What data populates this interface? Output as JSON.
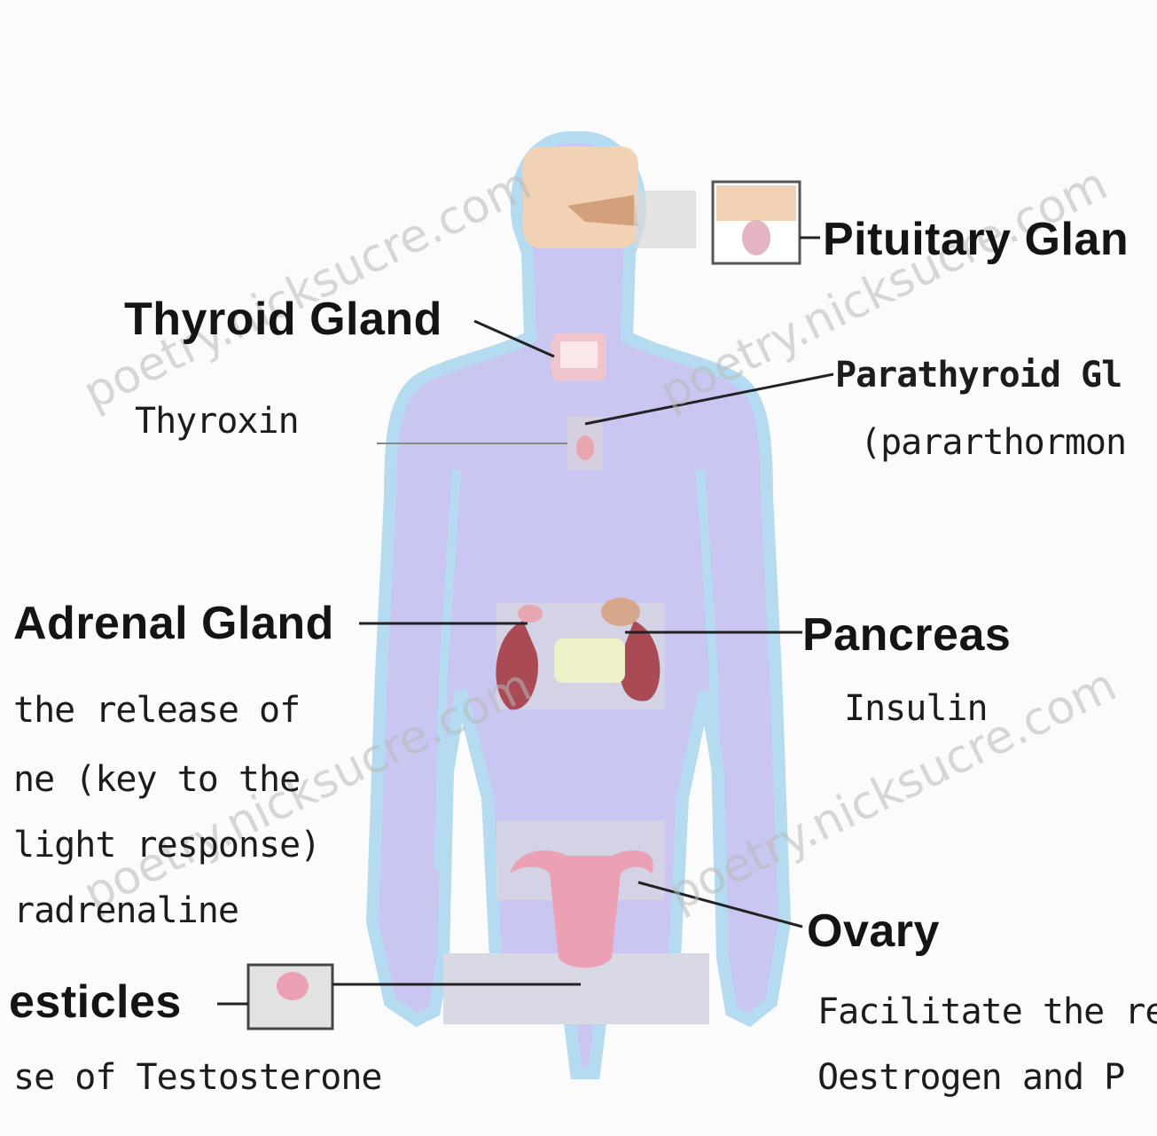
{
  "labels": {
    "pituitary": "Pituitary Glan",
    "thyroid": "Thyroid Gland",
    "thyroid_hormone": "Thyroxin",
    "parathyroid": "Parathyroid Gl",
    "parathyroid_hormone": "(pararthormon",
    "adrenal": "Adrenal Gland",
    "adrenal_desc_1": "the release of",
    "adrenal_desc_2": "ne (key to the",
    "adrenal_desc_3": "light response)",
    "adrenal_desc_4": "radrenaline",
    "pancreas": "Pancreas",
    "pancreas_hormone": "Insulin",
    "ovary": "Ovary",
    "ovary_desc_1": "Facilitate the re",
    "ovary_desc_2": "Oestrogen and P",
    "testicles": "esticles",
    "testicles_desc": "se of Testosterone"
  },
  "watermarks": {
    "wm1": "poetry.nicksucre.com",
    "wm2": "poetry.nicksucre.com",
    "wm3": "poetry.nicksucre.com",
    "wm4": "poetry.nicksucre.com"
  },
  "colors": {
    "body_fill": "#c9c7f2",
    "body_edge": "#b4dbf0",
    "brain": "#f1d2b4",
    "gland_pink": "#e8a6b0",
    "kidney": "#a94a55",
    "pancreas_fill": "#eef0c8"
  }
}
